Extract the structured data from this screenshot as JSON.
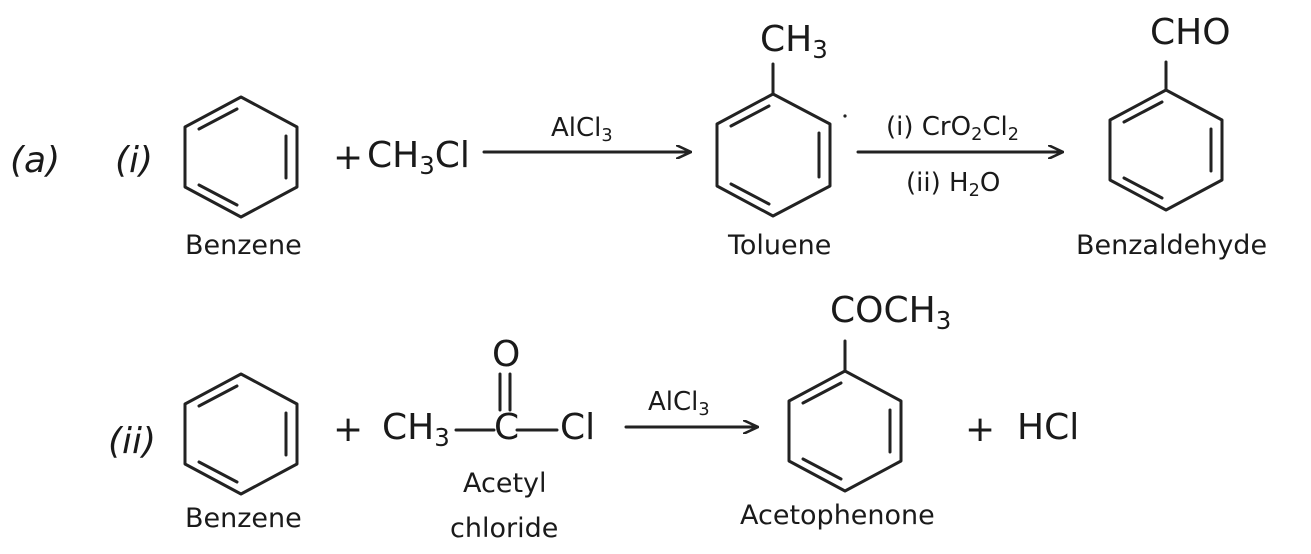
{
  "part_label": "(a)",
  "reaction_1": {
    "number": "(i)",
    "reactant_1_name": "Benzene",
    "plus": "+",
    "reagent": {
      "main": "CH",
      "sub": "3",
      "tail": "Cl"
    },
    "arrow_catalyst": {
      "main": "AlCl",
      "sub": "3"
    },
    "intermediate_substituent": {
      "main": "CH",
      "sub": "3"
    },
    "intermediate_name": "Toluene",
    "step_i": {
      "prefix": "(i) CrO",
      "sub1": "2",
      "mid": "Cl",
      "sub2": "2"
    },
    "step_ii": {
      "prefix": "(ii) H",
      "sub": "2",
      "tail": "O"
    },
    "product_substituent": "CHO",
    "product_name": "Benzaldehyde"
  },
  "reaction_2": {
    "number": "(ii)",
    "reactant_1_name": "Benzene",
    "plus": "+",
    "acyl_oxygen": "O",
    "acyl_methyl": {
      "main": "CH",
      "sub": "3"
    },
    "acyl_carbon": "C",
    "acyl_chlorine": "Cl",
    "reagent_name_line1": "Acetyl",
    "reagent_name_line2": "chloride",
    "arrow_catalyst": {
      "main": "AlCl",
      "sub": "3"
    },
    "product_substituent": {
      "main": "COCH",
      "sub": "3"
    },
    "product_name": "Acetophenone",
    "byproduct_plus": "+",
    "byproduct": "HCl"
  }
}
